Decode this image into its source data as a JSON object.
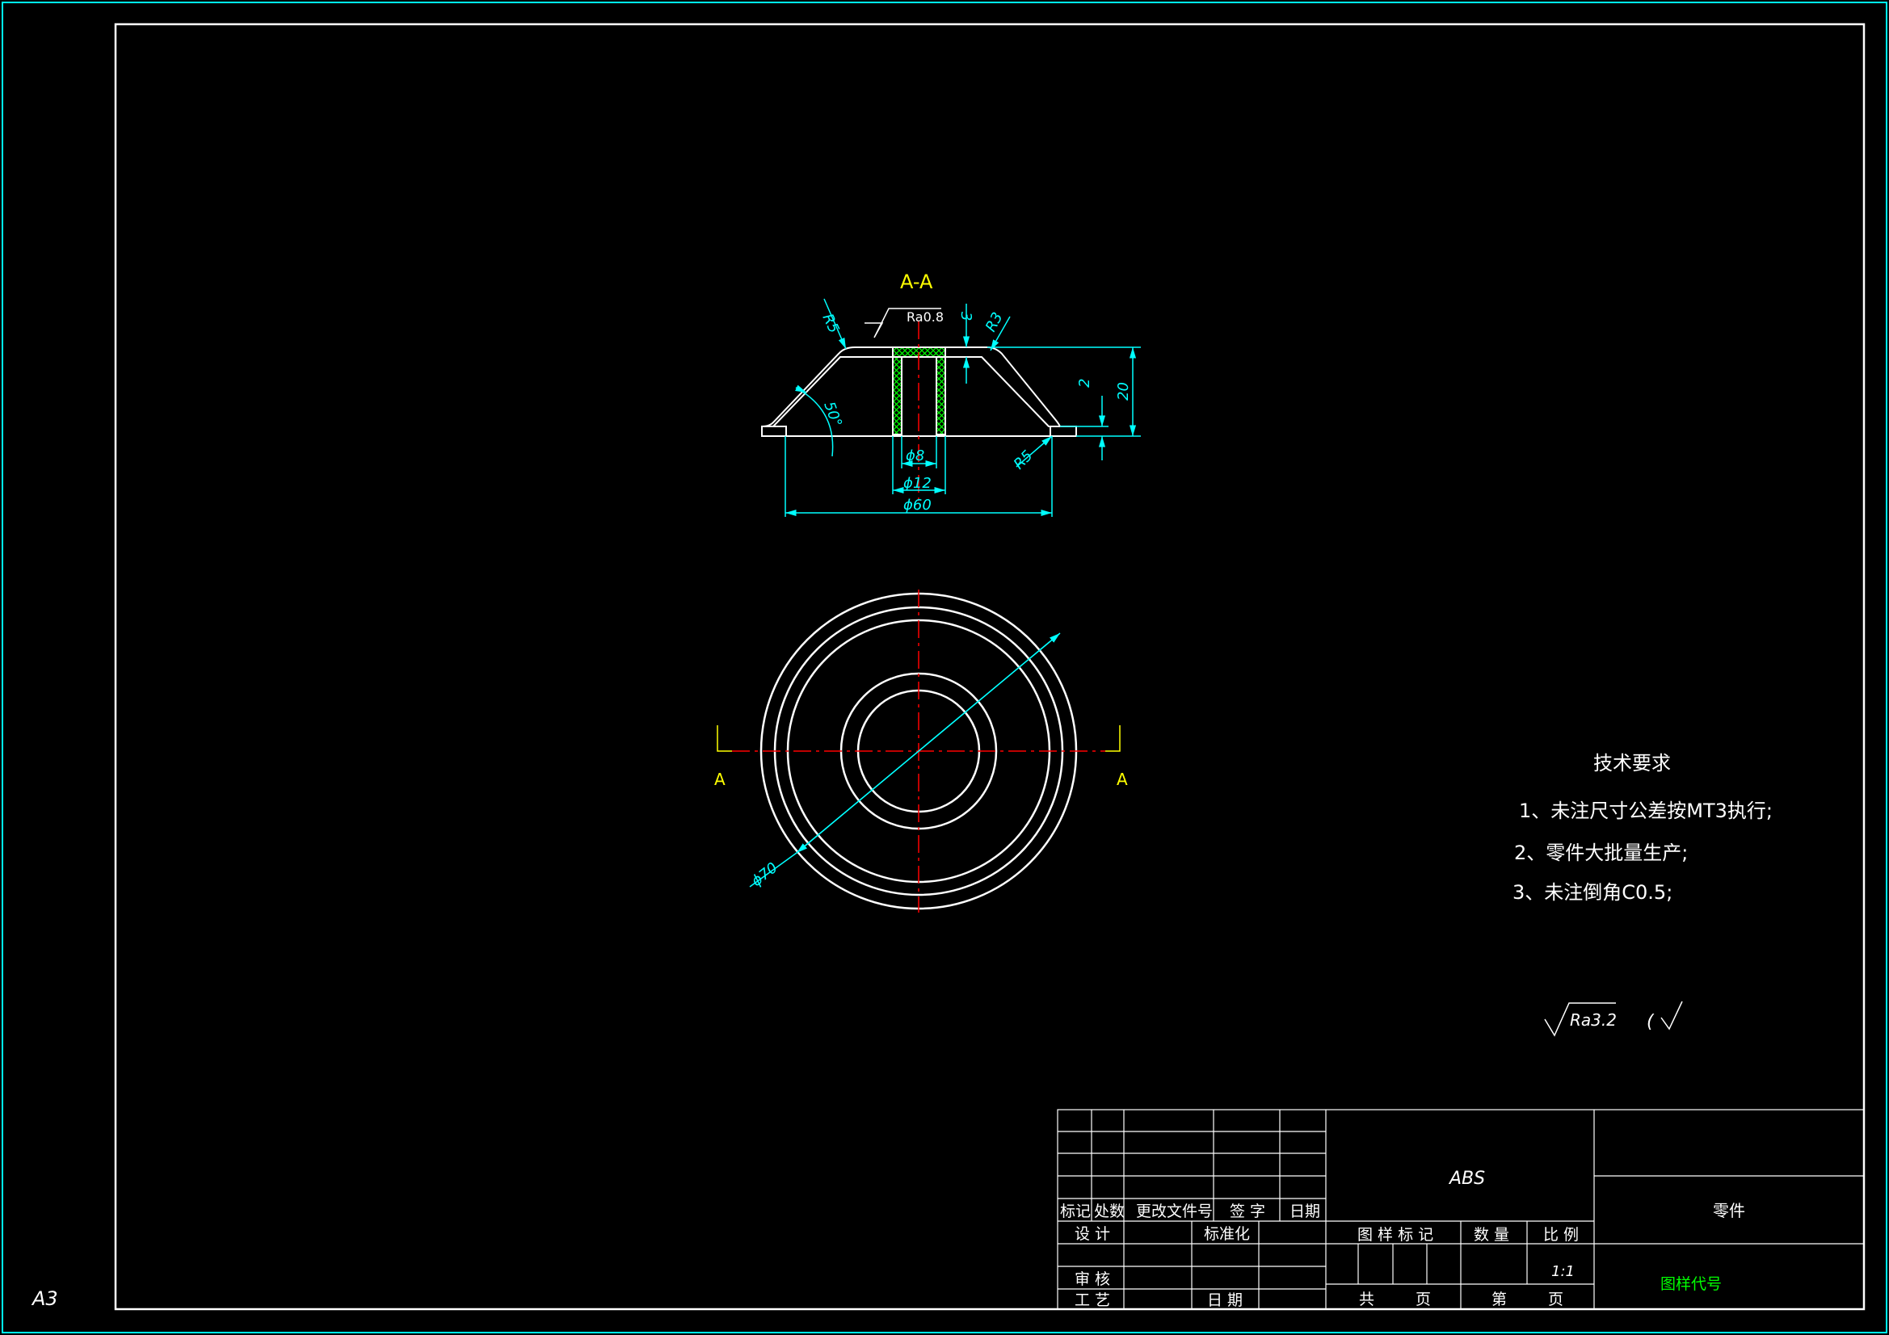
{
  "sheet": {
    "size_label": "A3",
    "colors": {
      "background": "#000000",
      "outline": "#ffffff",
      "dimension": "#00ffff",
      "center_line": "#ff0000",
      "section": "#ffff00",
      "hatch": "#00ff00"
    }
  },
  "section_view": {
    "title": "A-A",
    "roughness_label": "Ra0.8",
    "dim_r5_top": "R5",
    "dim_r3": "R3",
    "dim_r5_bottom": "R5",
    "dim_angle": "50°",
    "dim_thickness_top": "3",
    "dim_thickness_flange": "2",
    "dim_height": "20",
    "dim_bore": "ϕ8",
    "dim_boss": "ϕ12",
    "dim_base": "ϕ60"
  },
  "plan_view": {
    "section_mark_left": "A",
    "section_mark_right": "A",
    "dim_diameter": "ϕ70"
  },
  "tech_requirements": {
    "heading": "技术要求",
    "items": [
      "1、未注尺寸公差按MT3执行;",
      "2、零件大批量生产;",
      "3、未注倒角C0.5;"
    ]
  },
  "surface_finish": {
    "label": "Ra3.2",
    "paren": "("
  },
  "title_block": {
    "col_mark": "标记",
    "col_count": "处数",
    "col_doc": "更改文件号",
    "col_sign": "签 字",
    "col_date": "日期",
    "design": "设 计",
    "standard": "标准化",
    "review": "审 核",
    "process": "工 艺",
    "date": "日 期",
    "material": "ABS",
    "part_name": "零件",
    "pattern_mark": "图 样 标 记",
    "quantity": "数 量",
    "scale_label": "比 例",
    "scale_value": "1:1",
    "total_sheets": "共",
    "sheet_unit_1": "页",
    "sheet_no": "第",
    "sheet_unit_2": "页",
    "drawing_code": "图样代号"
  }
}
